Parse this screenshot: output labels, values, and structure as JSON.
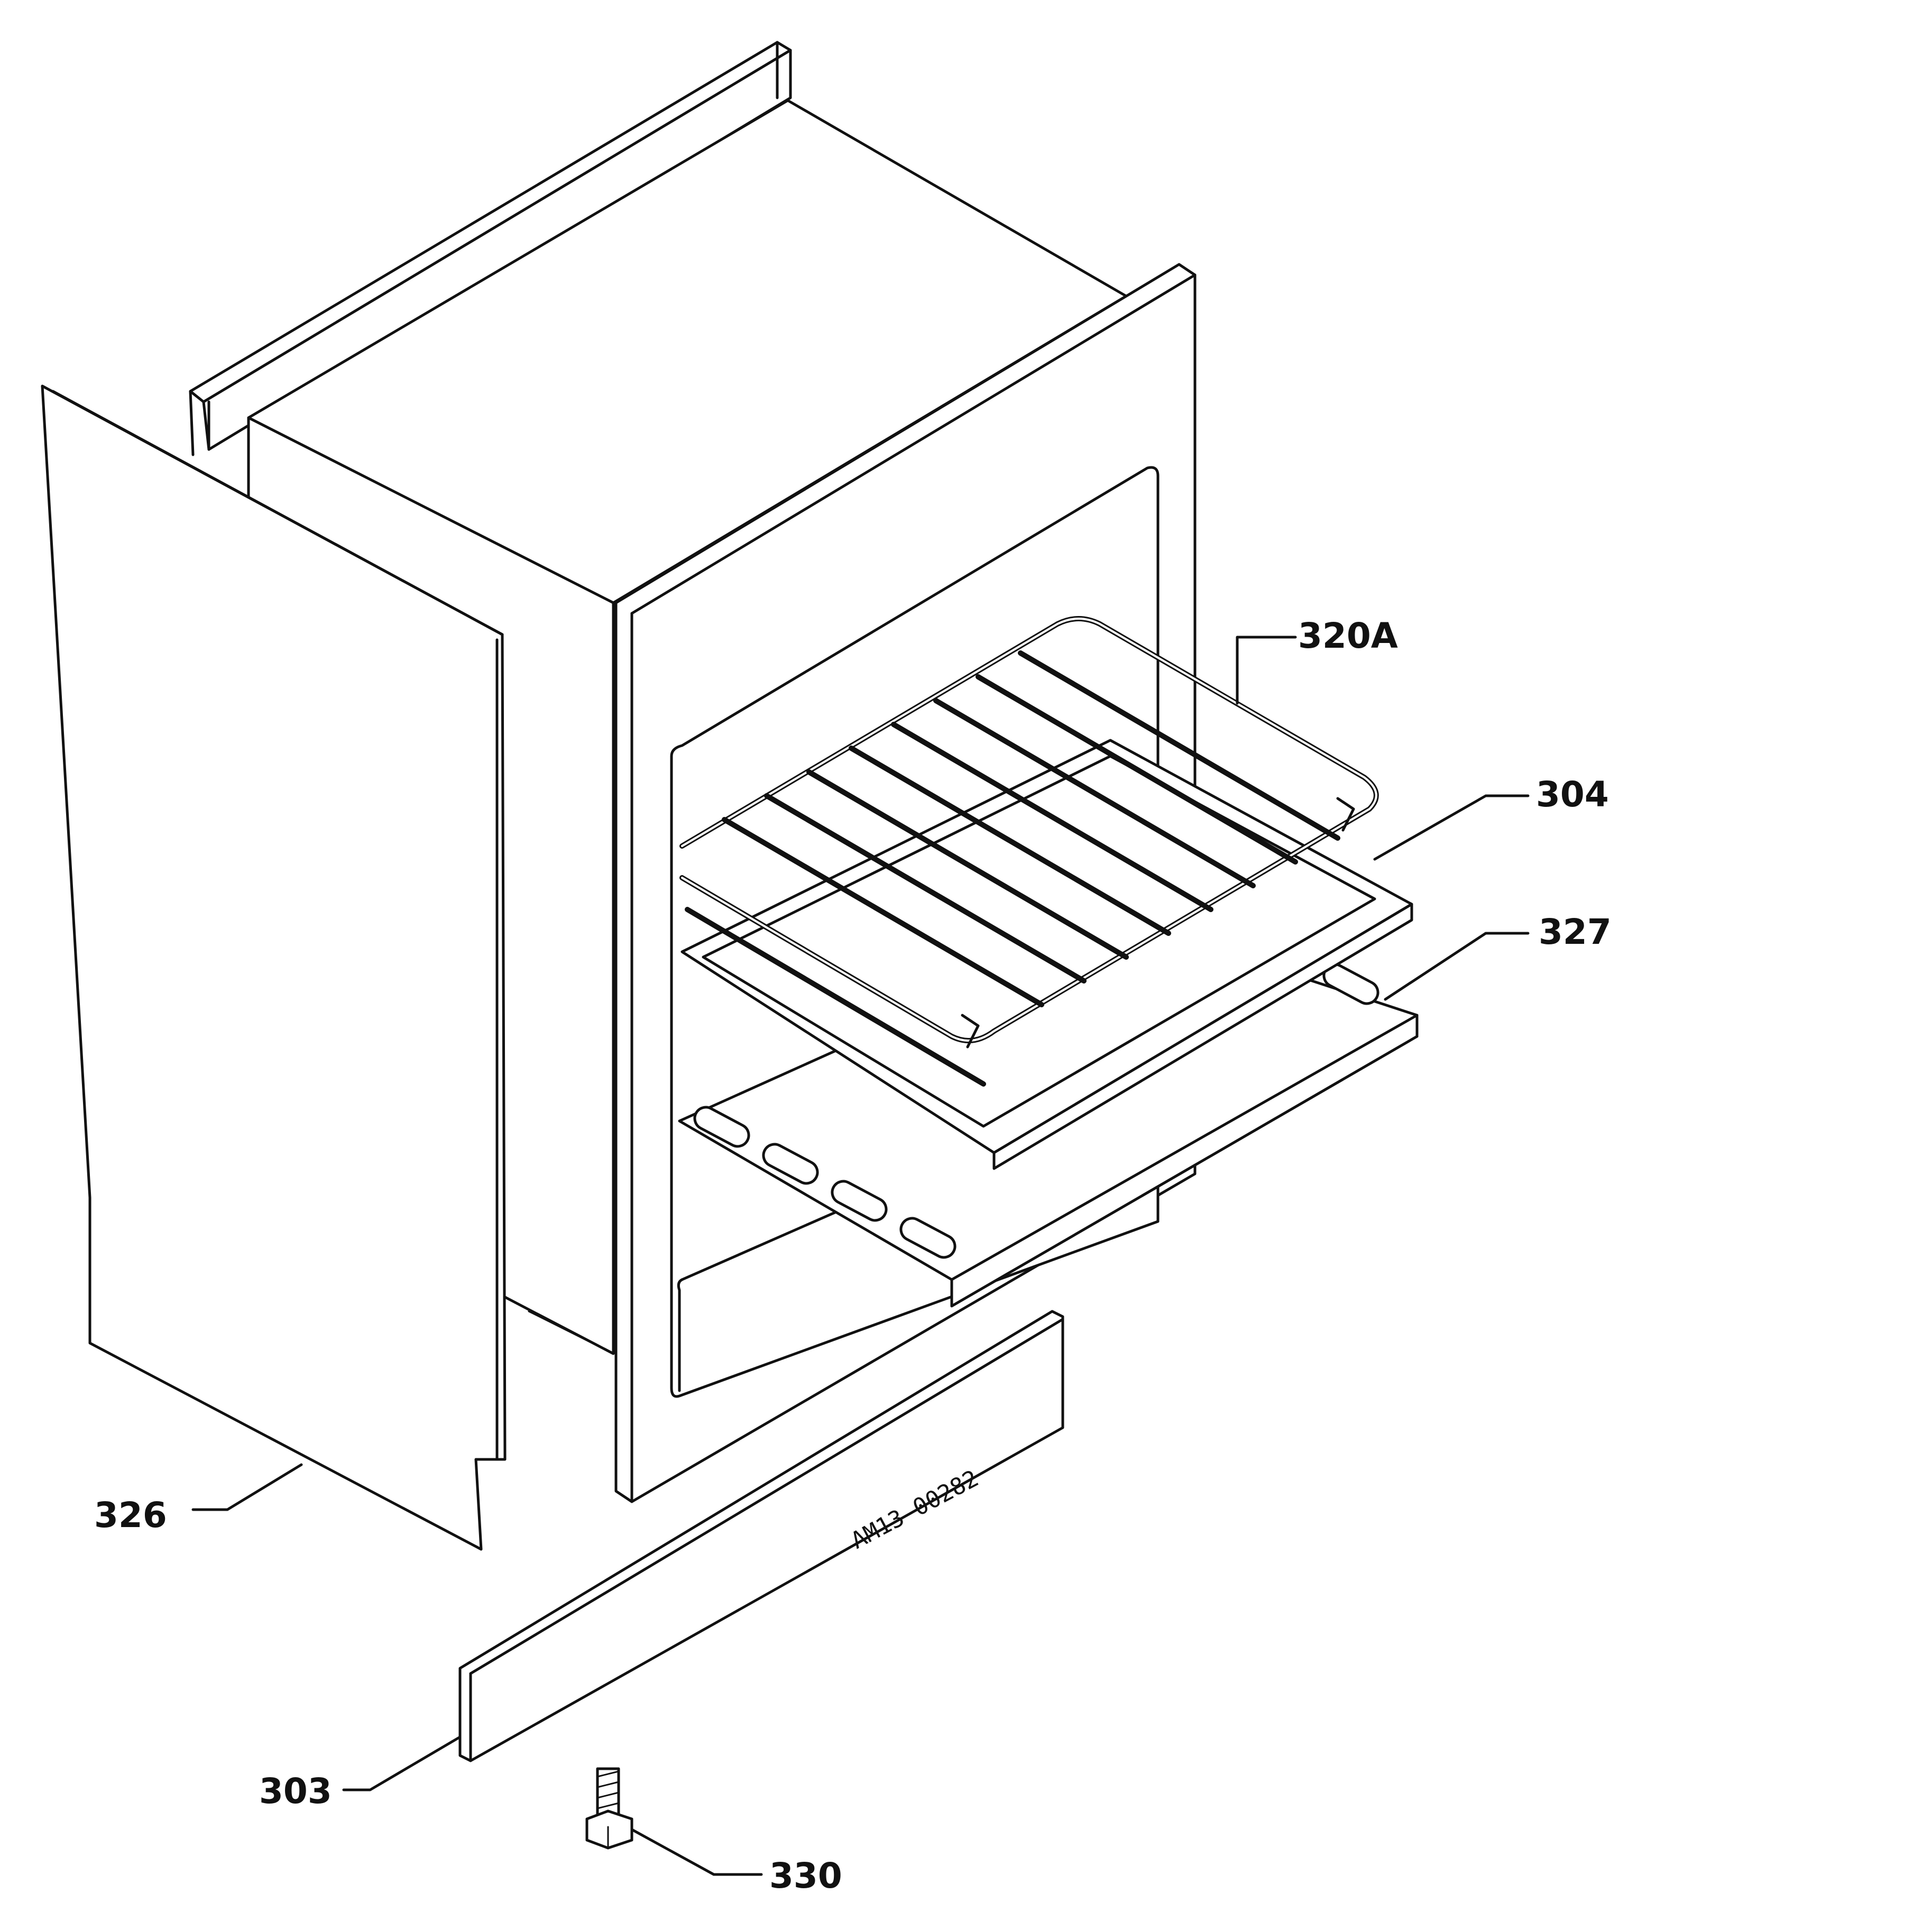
{
  "parts": [
    {
      "id": "326",
      "label": "326",
      "part": "side-panel"
    },
    {
      "id": "320A",
      "label": "320A",
      "part": "oven-liner-and-frame"
    },
    {
      "id": "304",
      "label": "304",
      "part": "oven-rack"
    },
    {
      "id": "327",
      "label": "327",
      "part": "oven-bottom"
    },
    {
      "id": "303",
      "label": "303",
      "part": "kick-panel"
    },
    {
      "id": "330",
      "label": "330",
      "part": "screw"
    }
  ],
  "drawing_code": "AM13-00282"
}
